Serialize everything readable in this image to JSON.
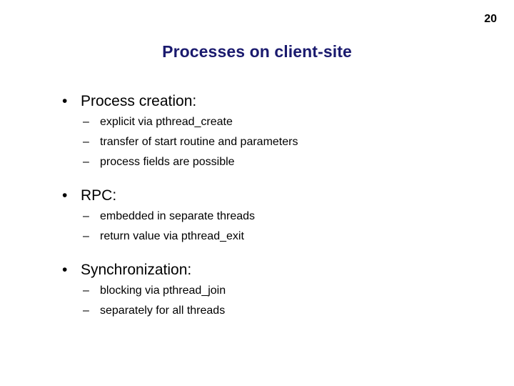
{
  "slide": {
    "page_number": "20",
    "title": "Processes on client-site",
    "title_color": "#1a1a6e",
    "background_color": "#ffffff",
    "text_color": "#000000",
    "level1_marker": "•",
    "level2_marker": "–",
    "sections": [
      {
        "heading": "Process creation:",
        "items": [
          "explicit via pthread_create",
          "transfer of start routine and parameters",
          "process fields are possible"
        ]
      },
      {
        "heading": "RPC:",
        "items": [
          "embedded in separate threads",
          "return value via pthread_exit"
        ]
      },
      {
        "heading": "Synchronization:",
        "items": [
          "blocking via pthread_join",
          "separately for all threads"
        ]
      }
    ]
  }
}
